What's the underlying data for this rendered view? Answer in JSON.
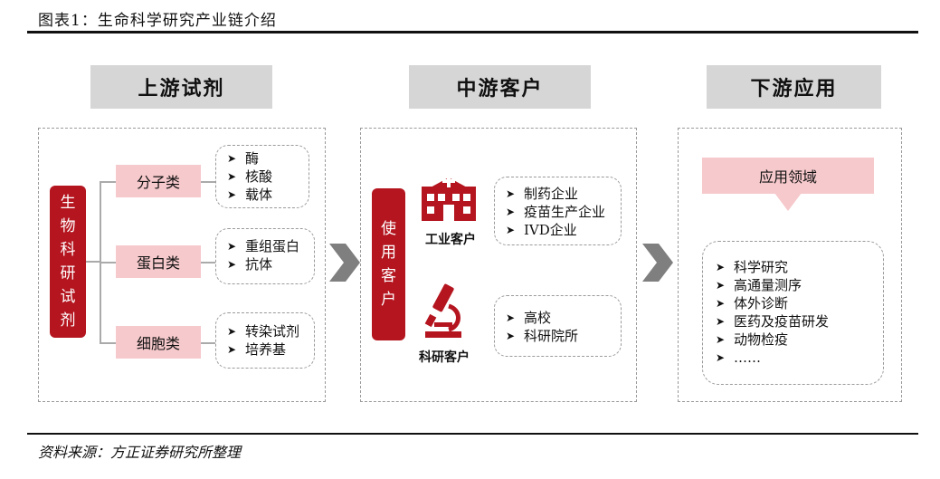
{
  "header": {
    "title": "图表1：生命科学研究产业链介绍"
  },
  "footer": {
    "source": "资料来源：方正证券研究所整理"
  },
  "upstream": {
    "heading": "上游试剂",
    "category_label": [
      "生",
      "物",
      "科",
      "研",
      "试",
      "剂"
    ],
    "groups": [
      {
        "name": "分子类",
        "items": [
          "酶",
          "核酸",
          "载体"
        ]
      },
      {
        "name": "蛋白类",
        "items": [
          "重组蛋白",
          "抗体"
        ]
      },
      {
        "name": "细胞类",
        "items": [
          "转染试剂",
          "培养基"
        ]
      }
    ]
  },
  "midstream": {
    "heading": "中游客户",
    "category_label": [
      "使",
      "用",
      "客",
      "户"
    ],
    "clients": [
      {
        "name": "工业客户",
        "icon": "hospital-icon",
        "items": [
          "制药企业",
          "疫苗生产企业",
          "IVD企业"
        ]
      },
      {
        "name": "科研客户",
        "icon": "microscope-icon",
        "items": [
          "高校",
          "科研院所"
        ]
      }
    ]
  },
  "downstream": {
    "heading": "下游应用",
    "banner": "应用领域",
    "items": [
      "科学研究",
      "高通量测序",
      "体外诊断",
      "医药及疫苗研发",
      "动物检疫",
      "……"
    ]
  },
  "colors": {
    "accent": "#b4151f",
    "pink": "#f6c9cc",
    "stage_bg": "#d6d6d6",
    "arrow": "#7f7f7f"
  }
}
